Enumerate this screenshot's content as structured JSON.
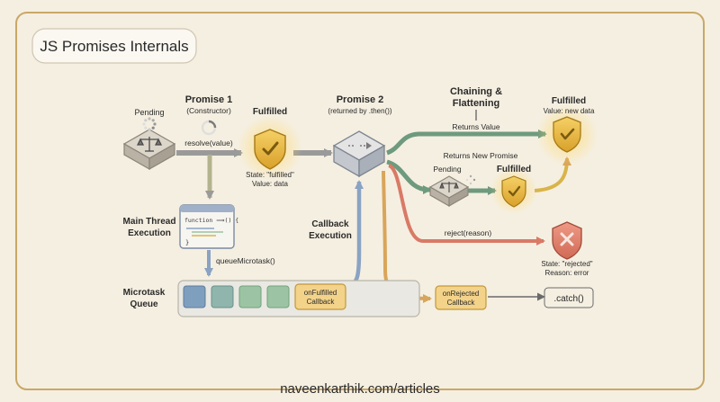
{
  "title": "JS Promises Internals",
  "footer": "naveenkarthik.com/articles",
  "colors": {
    "background": "#f5efe1",
    "frame": "#c9a867",
    "gray_arrow": "#9a9a9a",
    "green_arrow": "#6e9a7e",
    "blue_arrow": "#8aa3c3",
    "orange_arrow": "#d9a55a",
    "red_arrow": "#d97a66",
    "gold_shield": "#e7b93a",
    "red_shield": "#d97a66",
    "queue_blue": "#7f9fbe",
    "queue_teal": "#8fb5ad",
    "queue_green": "#9cc4a4"
  },
  "labels": {
    "pending": "Pending",
    "promise1": "Promise 1",
    "constructor": "(Constructor)",
    "fulfilled": "Fulfilled",
    "resolve": "resolve(value)",
    "state_fulfilled": "State: \"fulfilled\"",
    "value_data": "Value: data",
    "promise2": "Promise 2",
    "returned_by_then": "(returned by .then())",
    "chaining_line1": "Chaining &",
    "chaining_line2": "Flattening",
    "returns_value": "Returns Value",
    "fulfilled_top": "Fulfilled",
    "value_new_data": "Value: new data",
    "returns_new_promise": "Returns New Promise",
    "pending_inner": "Pending",
    "fulfilled_inner": "Fulfilled",
    "main_thread_line1": "Main Thread",
    "main_thread_line2": "Execution",
    "code_line1": "function ⟹() {",
    "code_line4": "}",
    "queue_microtask": "queueMicrotask()",
    "callback_line1": "Callback",
    "callback_line2": "Execution",
    "reject": "reject(reason)",
    "state_rejected": "State: \"rejected\"",
    "reason_error": "Reason: error",
    "microtask_line1": "Microtask",
    "microtask_line2": "Queue",
    "on_fulfilled_line1": "onFulfilled",
    "on_fulfilled_line2": "Callback",
    "on_rejected_line1": "onRejected",
    "on_rejected_line2": "Callback",
    "catch": ".catch()"
  },
  "icons": {
    "scales": "balance-scale-icon",
    "shield_check": "shield-check-icon",
    "shield_x": "shield-x-icon",
    "spinner": "spinner-icon",
    "loading_ring": "loading-ring-icon",
    "code_window": "code-window-icon",
    "cube_arrow": "cube-arrow-icon"
  }
}
